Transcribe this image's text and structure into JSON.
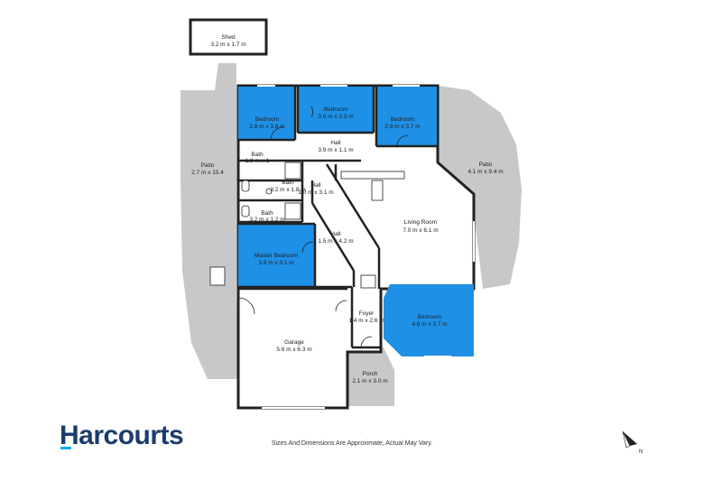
{
  "brand": {
    "name": "Harcourts",
    "accent": "#00aeef",
    "color": "#1a3c6e"
  },
  "disclaimer": "Sizes And Dimensions Are Approximate, Actual May Vary.",
  "compass": {
    "label": "N"
  },
  "colors": {
    "bedroom": "#1e90e6",
    "outside": "#c8c8c8",
    "wall": "#222222",
    "floor": "#ffffff"
  },
  "rooms": [
    {
      "id": "shed",
      "name": "Shed",
      "dims": "3.2 m x 1.7 m"
    },
    {
      "id": "bedroom1",
      "name": "Bedroom",
      "dims": "2.8 m x 3.8 m"
    },
    {
      "id": "bedroom2",
      "name": "Bedroom",
      "dims": "3.9 m x 2.9 m"
    },
    {
      "id": "bedroom3",
      "name": "Bedroom",
      "dims": "2.9 m x 3.7 m"
    },
    {
      "id": "hall1",
      "name": "Hall",
      "dims": "3.9 m x 1.1 m"
    },
    {
      "id": "patio_left",
      "name": "Patio",
      "dims": "2.7 m x 15.4"
    },
    {
      "id": "patio_right",
      "name": "Patio",
      "dims": "4.1 m x 9.4 m"
    },
    {
      "id": "bath1",
      "name": "Bath",
      "dims": "1.8 m x 1"
    },
    {
      "id": "bath2",
      "name": "Bath",
      "dims": "3.2 m x 1.8 m"
    },
    {
      "id": "hall2",
      "name": "Hall",
      "dims": "1.0 m x 3.1 m"
    },
    {
      "id": "bath3",
      "name": "Bath",
      "dims": "3.2 m x 1.2 m"
    },
    {
      "id": "living",
      "name": "Living Room",
      "dims": "7.0 m x 6.1 m"
    },
    {
      "id": "hall3",
      "name": "Hall",
      "dims": "1.5 m x 4.2 m"
    },
    {
      "id": "master",
      "name": "Master Bedroom",
      "dims": "3.9 m x 3.1 m"
    },
    {
      "id": "foyer",
      "name": "Foyer",
      "dims": "1.4 m x 2.6 m"
    },
    {
      "id": "bedroom4",
      "name": "Bedroom",
      "dims": "4.8 m x 3.7 m"
    },
    {
      "id": "garage",
      "name": "Garage",
      "dims": "5.6 m x 6.3 m"
    },
    {
      "id": "porch",
      "name": "Porch",
      "dims": "2.1 m x 3.0 m"
    }
  ]
}
